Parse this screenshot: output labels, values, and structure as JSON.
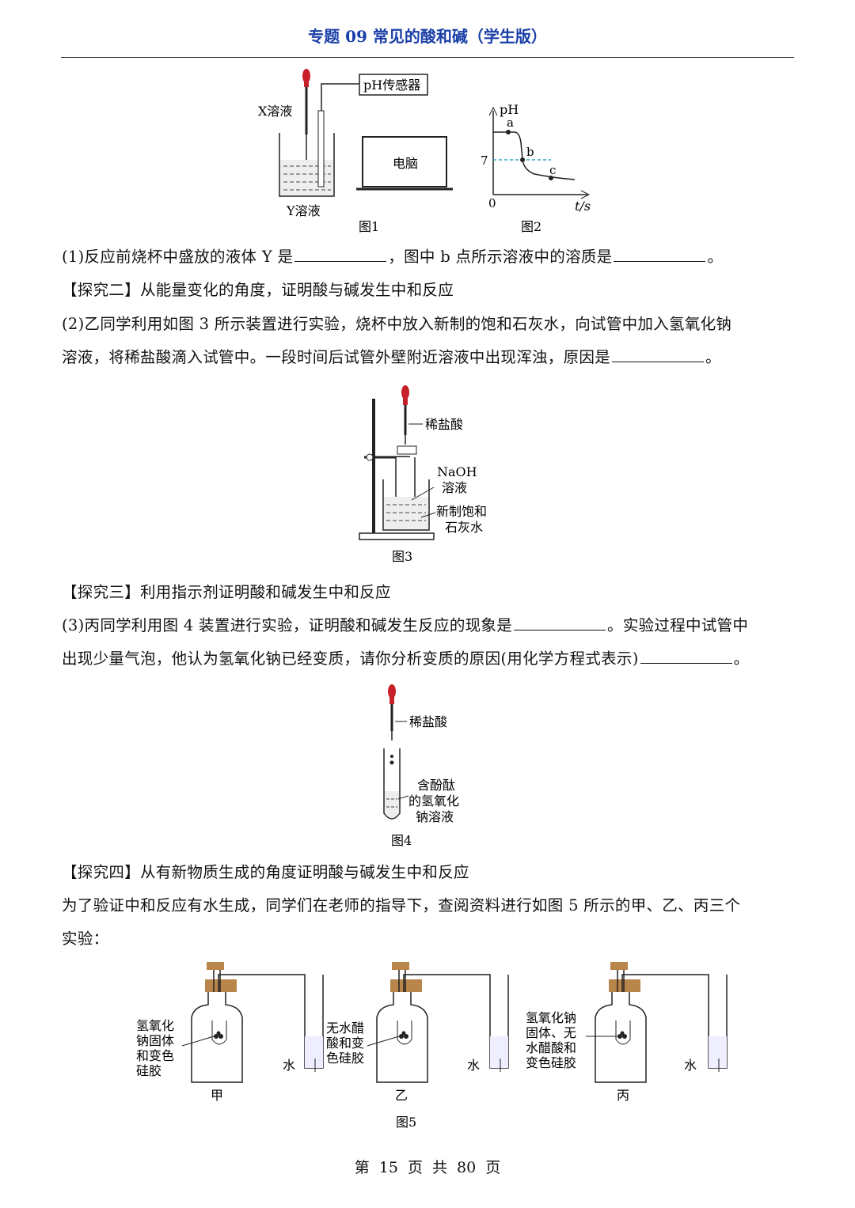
{
  "header": {
    "title": "专题 09  常见的酸和碱（学生版）"
  },
  "figure1": {
    "x_solution": "X溶液",
    "ph_sensor": "pH传感器",
    "computer": "电脑",
    "y_solution": "Y溶液",
    "caption": "图1"
  },
  "figure2": {
    "y_axis": "pH",
    "x_axis": "t/s",
    "origin": "0",
    "seven": "7",
    "point_a": "a",
    "point_b": "b",
    "point_c": "c",
    "caption": "图2"
  },
  "q1": {
    "part1": "(1)反应前烧杯中盛放的液体 Y 是",
    "part2": "，图中 b 点所示溶液中的溶质是",
    "part3": "。"
  },
  "explore2": {
    "title": "【探究二】从能量变化的角度，证明酸与碱发生中和反应"
  },
  "q2": {
    "line1": "(2)乙同学利用如图 3 所示装置进行实验，烧杯中放入新制的饱和石灰水，向试管中加入氢氧化钠",
    "line2": "溶液，将稀盐酸滴入试管中。一段时间后试管外壁附近溶液中出现浑浊，原因是",
    "end": "。"
  },
  "figure3": {
    "dilute_hcl": "稀盐酸",
    "naoh_1": "NaOH",
    "naoh_2": "溶液",
    "lime_1": "新制饱和",
    "lime_2": "石灰水",
    "caption": "图3"
  },
  "explore3": {
    "title": "【探究三】利用指示剂证明酸和碱发生中和反应"
  },
  "q3": {
    "line1a": "(3)丙同学利用图 4 装置进行实验，证明酸和碱发生反应的现象是",
    "line1b": "。实验过程中试管中",
    "line2": "出现少量气泡，他认为氢氧化钠已经变质，请你分析变质的原因(用化学方程式表示)",
    "end": "。"
  },
  "figure4": {
    "dilute_hcl": "稀盐酸",
    "label_1": "含酚酞",
    "label_2": "的氢氧化",
    "label_3": "钠溶液",
    "caption": "图4"
  },
  "explore4": {
    "title": "【探究四】从有新物质生成的角度证明酸与碱发生中和反应"
  },
  "p4": {
    "line1": "为了验证中和反应有水生成，同学们在老师的指导下，查阅资料进行如图 5 所示的甲、乙、丙三个",
    "line2": "实验："
  },
  "figure5": {
    "jia_1": "氢氧化",
    "jia_2": "钠固体",
    "jia_3": "和变色",
    "jia_4": "硅胶",
    "yi_1": "无水醋",
    "yi_2": "酸和变",
    "yi_3": "色硅胶",
    "bing_1": "氢氧化钠",
    "bing_2": "固体、无",
    "bing_3": "水醋酸和",
    "bing_4": "变色硅胶",
    "water": "水",
    "jia": "甲",
    "yi": "乙",
    "bing": "丙",
    "caption": "图5"
  },
  "footer": {
    "page": "第 15 页 共 80 页"
  }
}
